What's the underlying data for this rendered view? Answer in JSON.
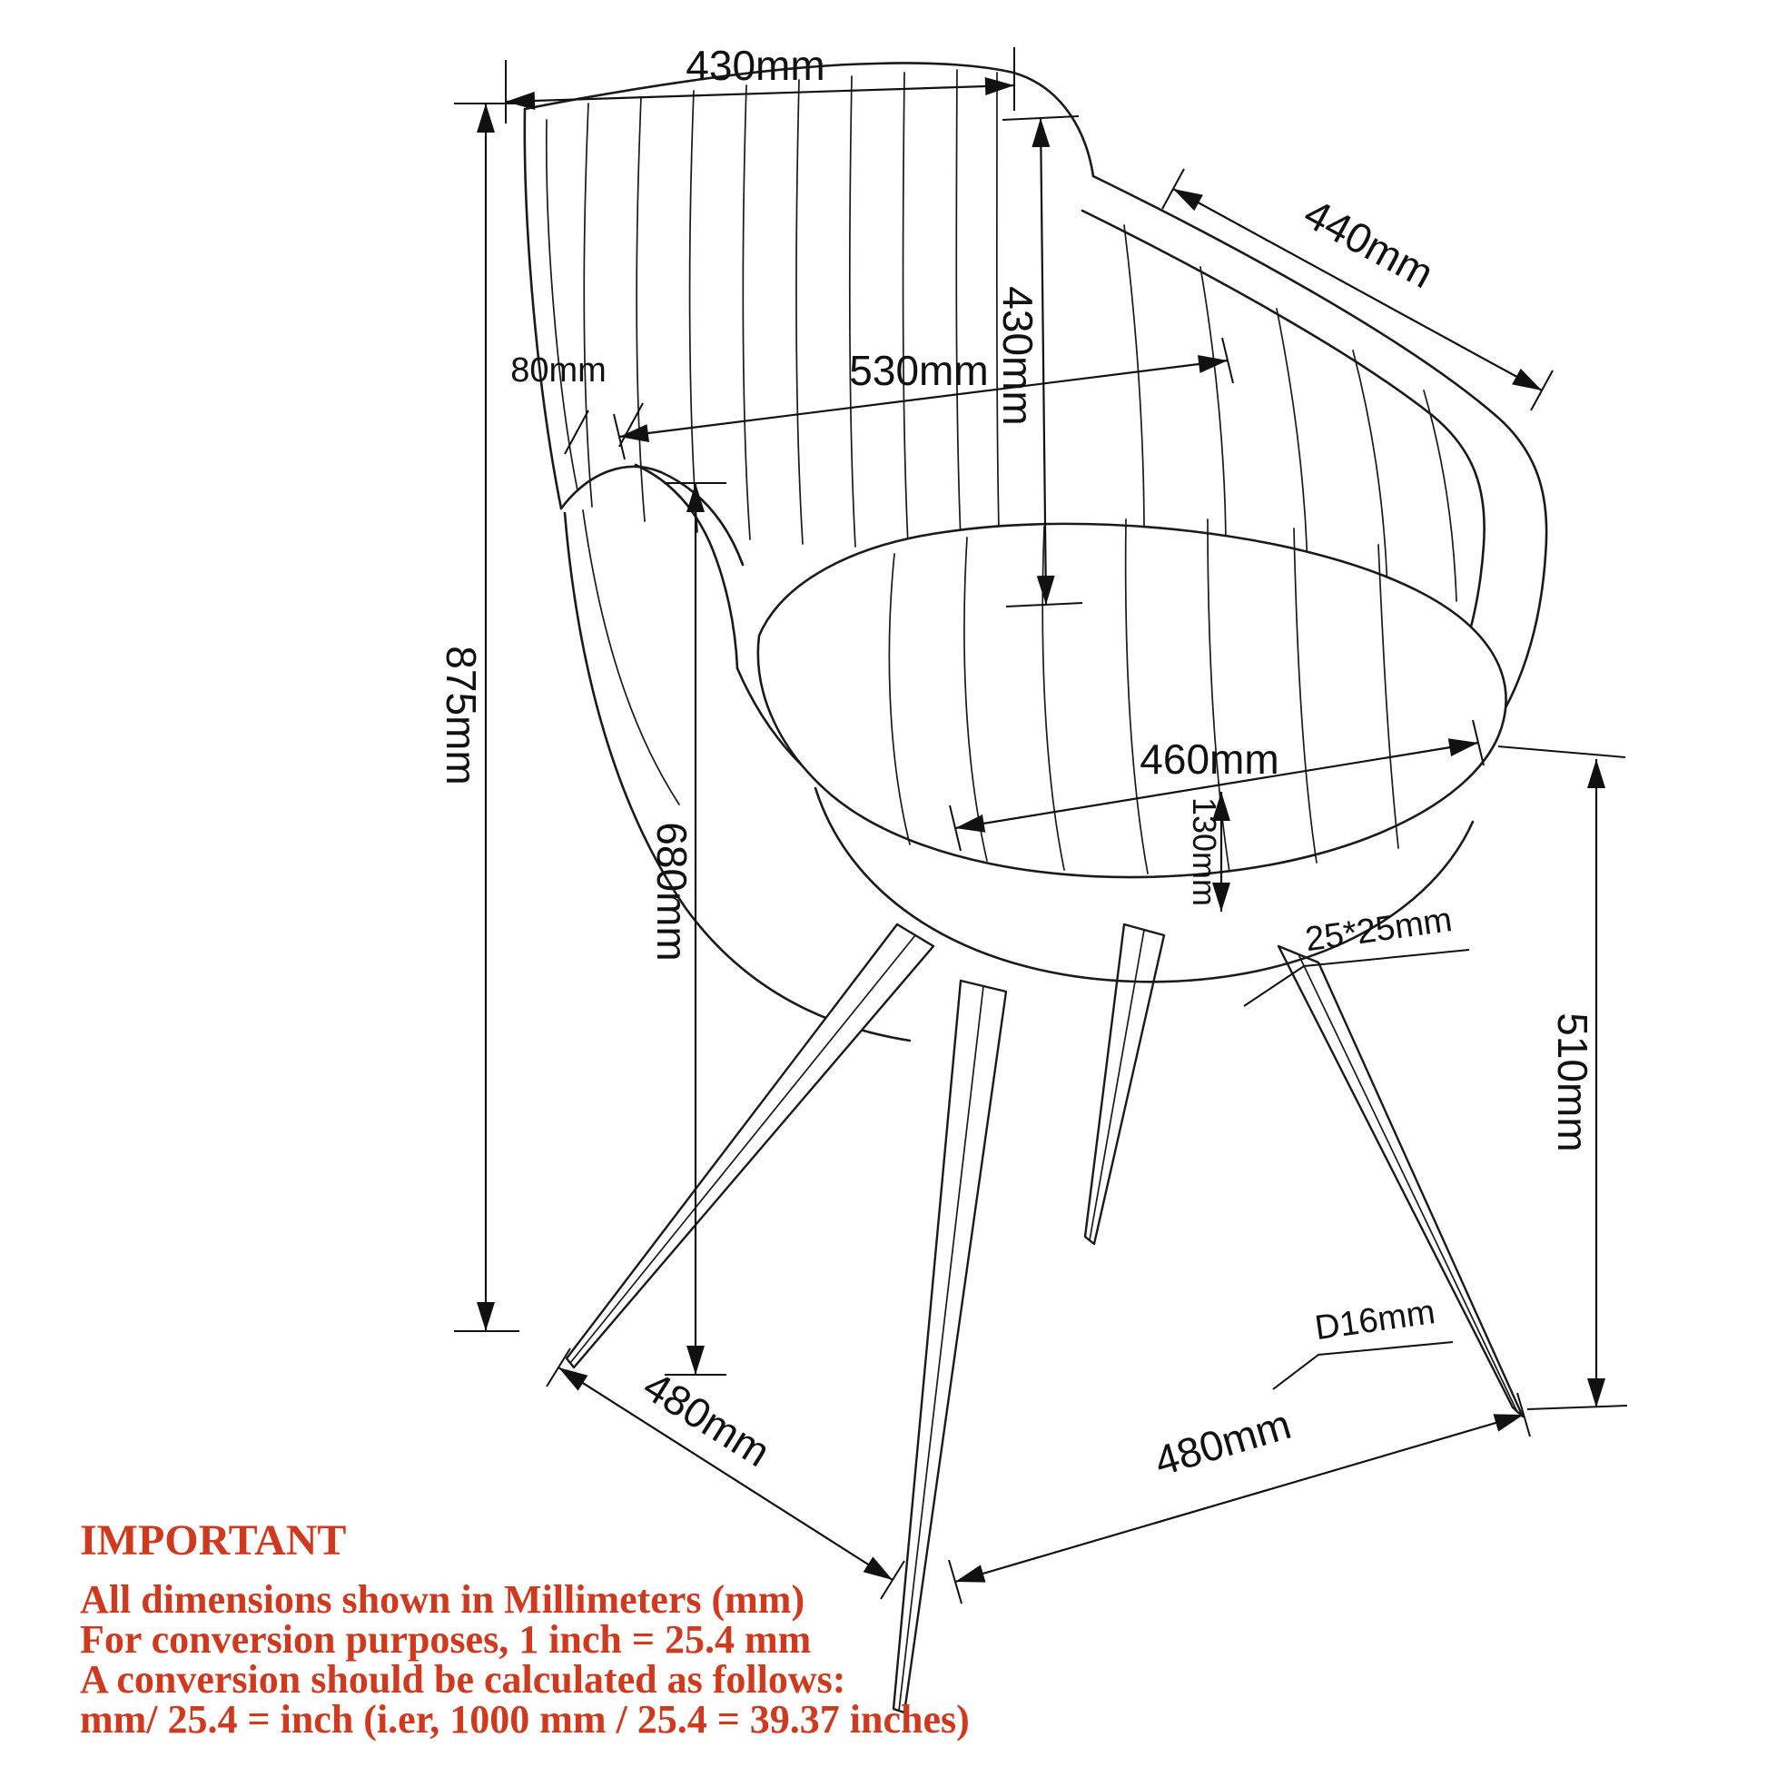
{
  "diagram": {
    "title": "Chair dimension drawing",
    "units": "mm",
    "dimensions": {
      "back_width": "430mm",
      "arm_depth": "440mm",
      "backrest_height": "430mm",
      "armrest_thickness": "80mm",
      "overall_width": "530mm",
      "overall_height": "875mm",
      "armrest_height": "680mm",
      "seat_width": "460mm",
      "cushion_thickness": "130mm",
      "leg_section": "25*25mm",
      "seat_height": "510mm",
      "leg_diameter": "D16mm",
      "seat_depth": "480mm",
      "base_width": "480mm"
    },
    "note": {
      "heading": "IMPORTANT",
      "lines": [
        "All dimensions shown in Millimeters (mm)",
        "For conversion purposes, 1 inch = 25.4 mm",
        "A conversion should be calculated as follows:",
        "mm/ 25.4 = inch (i.er, 1000 mm / 25.4 = 39.37 inches)"
      ]
    },
    "colors": {
      "line": "#1a1a1a",
      "note_text": "#cf3a1e",
      "background": "#ffffff"
    }
  }
}
